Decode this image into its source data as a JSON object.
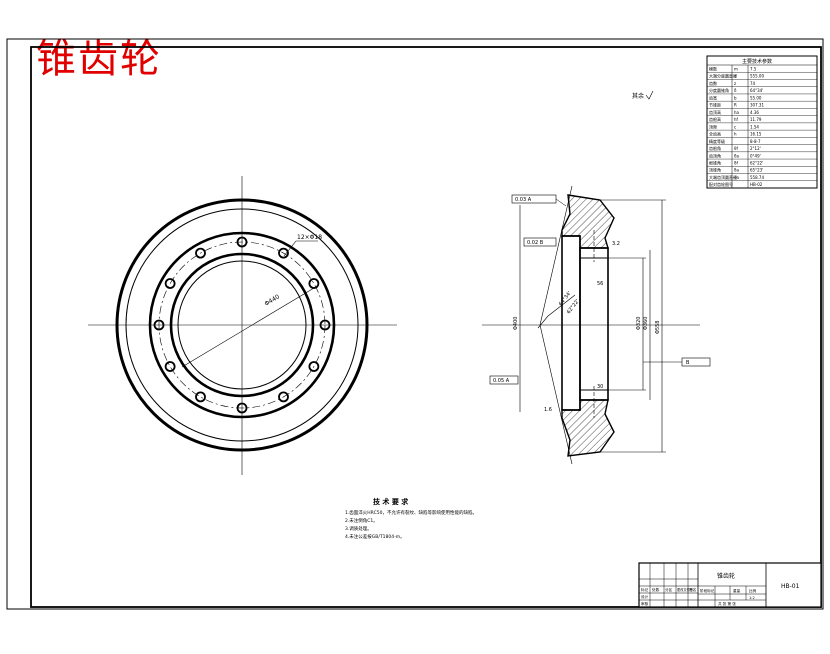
{
  "drawing": {
    "title": "锥齿轮",
    "roughness_note": "其余",
    "tech_requirements": {
      "heading": "技 术 要 求",
      "lines": [
        "1.齿面淬火HRC50，不允许有裂纹、缺陷等影响使用性能的缺陷。",
        "2.未注倒角C1。",
        "3.调质处理。",
        "4.未注公差按GB/T1804-m。"
      ]
    },
    "params_table": {
      "title": "主要技术参数",
      "rows": [
        [
          "模数",
          "m",
          "7.5"
        ],
        [
          "大端分度圆直径",
          "d",
          "555.00"
        ],
        [
          "齿数",
          "z",
          "74"
        ],
        [
          "分度圆锥角",
          "δ",
          "64°34'"
        ],
        [
          "齿宽",
          "b",
          "55.00"
        ],
        [
          "节锥距",
          "R",
          "307.31"
        ],
        [
          "齿顶高",
          "ha",
          "4.36"
        ],
        [
          "齿根高",
          "hf",
          "11.79"
        ],
        [
          "顶隙",
          "c",
          "1.54"
        ],
        [
          "全齿高",
          "h",
          "16.15"
        ],
        [
          "精度等级",
          "",
          "8-8-7"
        ],
        [
          "齿根角",
          "θf",
          "2°12'"
        ],
        [
          "齿顶角",
          "θa",
          "0°49'"
        ],
        [
          "根锥角",
          "δf",
          "62°22'"
        ],
        [
          "顶锥角",
          "δa",
          "65°23'"
        ],
        [
          "大端齿顶圆直径",
          "da",
          "558.74"
        ],
        [
          "配对齿轮图号",
          "",
          "HB-02"
        ]
      ]
    },
    "title_block": {
      "part_name": "锥齿轮",
      "drawing_no": "HB-01",
      "row_labels": [
        "标记",
        "处数",
        "分区",
        "更改文件号",
        "签名",
        "年月日"
      ],
      "role_labels": [
        "设计",
        "审核",
        "工艺",
        "批准"
      ],
      "col_labels": [
        "阶段标记",
        "重量",
        "比例"
      ],
      "scale": "1:2",
      "sheet": "共 张 第 张"
    },
    "annotations": {
      "hole_callout": "12×Φ18",
      "bolt_circle": "Φ440",
      "datum_a": "A",
      "datum_b": "B",
      "angle_1": "64°34'",
      "angle_2": "62°22'",
      "dim_1": "Φ558",
      "dim_2": "Φ320",
      "dim_3": "Φ360",
      "dim_4": "Φ400",
      "dim_5": "56",
      "dim_6": "30",
      "tol_1": "0.03 A",
      "tol_2": "0.02 B",
      "tol_3": "0.05 A",
      "rough_1": "3.2",
      "rough_2": "1.6"
    },
    "colors": {
      "line": "#000000",
      "title": "#e00000"
    }
  }
}
